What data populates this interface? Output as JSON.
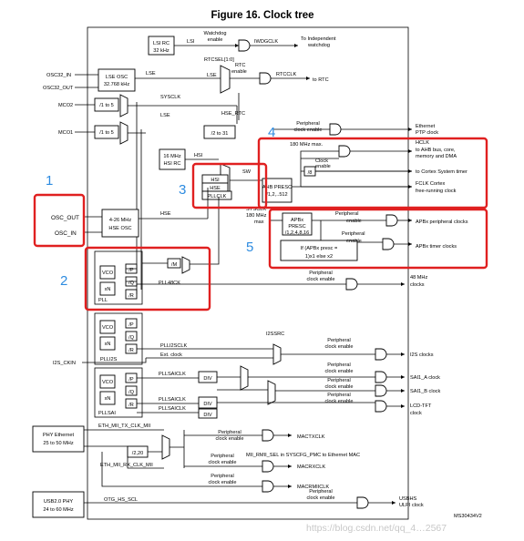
{
  "title": "Figure 16. Clock tree",
  "pins": {
    "osc32_in": "OSC32_IN",
    "osc32_out": "OSC32_OUT",
    "mco2": "MCO2",
    "mco1": "MCO1",
    "osc_out": "OSC_OUT",
    "osc_in": "OSC_IN",
    "i2s_ckin": "I2S_CKIN"
  },
  "blocks": {
    "lsi_rc": "LSI RC",
    "lsi_freq": "32 kHz",
    "lse_osc": "LSE OSC",
    "lse_freq": "32.768 kHz",
    "mco_div": "/1 to 5",
    "rtc_div": "/2 to 31",
    "hsi_freq": "16 MHz",
    "hsi_rc": "HSI RC",
    "hse_freq": "4-26 MHz",
    "hse_osc": "HSE OSC",
    "ahb_presc": "AHB PRESC",
    "ahb_values": "/1,2,..512",
    "div8": "/8",
    "apb_presc": "APBx",
    "presc": "PRESC",
    "apb_values": "/1,2,4,8,16",
    "apb_timer_if": "If (APBx presc =",
    "apb_timer_else": "1)x1 else x2",
    "vco": "VCO",
    "xn": "xN",
    "p": "/P",
    "q": "/Q",
    "r": "/R",
    "m": "/M",
    "pll": "PLL",
    "plli2s": "PLLI2S",
    "pllsai": "PLLSAI",
    "div": "DIV",
    "div2_20": "/2,20",
    "phy_eth": "PHY Ethernet",
    "phy_eth_freq": "25 to 50 MHz",
    "usb_phy": "USB2.0 PHY",
    "usb_phy_freq": "24 to 60 MHz"
  },
  "signals": {
    "lsi": "LSI",
    "iwdgclk": "IWDGCLK",
    "rtcsel": "RTCSEL[1:0]",
    "lse": "LSE",
    "rtc": "RTC",
    "rtcclk": "RTCCLK",
    "sysclk": "SYSCLK",
    "hse_rtc": "HSE_RTC",
    "hsi": "HSI",
    "hse": "HSE",
    "pllclk": "PLLCLK",
    "sw": "SW",
    "pll48ck": "PLL48CK",
    "plli2sclk": "PLLI2SCLK",
    "ext_clock": "Ext. clock",
    "i2ssrc": "I2SSRC",
    "pllsaiclk": "PLLSAICLK",
    "eth_tx": "ETH_MII_TX_CLK_MII",
    "eth_rx": "ETH_MII_RX_CLK_MII",
    "otg": "OTG_HS_SCL"
  },
  "gates": {
    "watchdog_enable_1": "Watchdog",
    "watchdog_enable_2": "enable",
    "rtc_enable": "enable",
    "periph_enable_1": "Peripheral",
    "periph_enable_2": "clock enable",
    "enable": "enable"
  },
  "labels": {
    "ahb_max": "180 MHz max.",
    "clock_enable_1": "Clock",
    "clock_enable_2": "enable",
    "apb_max": "180 MHz",
    "max": "max",
    "rmii_sel": "MII_RMII_SEL in SYSCFG_PMC to Ethernet MAC"
  },
  "outputs": {
    "watchdog_1": "To Independent",
    "watchdog_2": "watchdog",
    "rtc": "to RTC",
    "eth_ptp_1": "Ethernet",
    "eth_ptp_2": "PTP clock",
    "hclk": "HCLK",
    "hclk_2": "to AHB bus, core,",
    "hclk_3": "memory and DMA",
    "systimer": "to Cortex System timer",
    "fclk": "FCLK Cortex",
    "fclk_2": "free-running clock",
    "apb_periph": "APBx peripheral clocks",
    "apb_timer": "APBx timer clocks",
    "mhz48": "48 MHz",
    "mhz48_2": "clocks",
    "i2s": "I2S clocks",
    "sai_a": "SAI1_A clock",
    "sai_b": "SAI1_B clock",
    "lcd": "LCD-TFT",
    "lcd_2": "clock",
    "mactx": "MACTXCLK",
    "macrx": "MACRXCLK",
    "macrmii": "MACRMIICLK",
    "usb": "USBHS",
    "usb_2": "ULPI clock"
  },
  "annotations": {
    "n1": "1",
    "n2": "2",
    "n3": "3",
    "n4": "4",
    "n5": "5"
  },
  "footer": {
    "figure_id": "MS30434V2",
    "watermark": "https://blog.csdn.net/qq_4…2567"
  }
}
